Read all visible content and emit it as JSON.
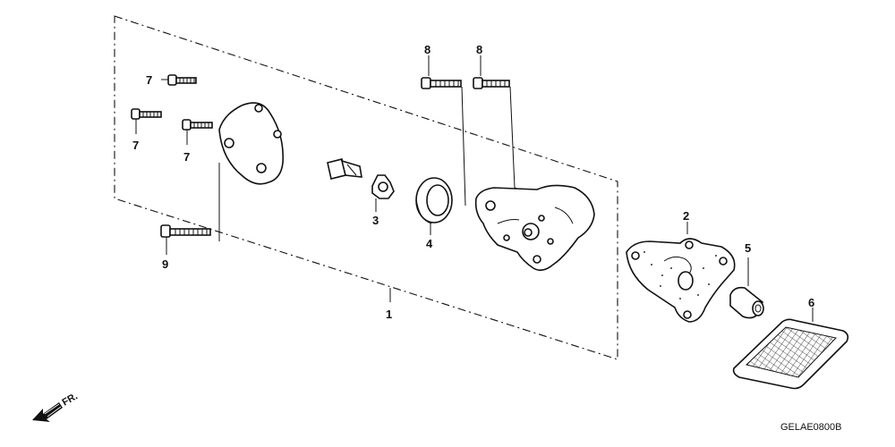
{
  "diagram": {
    "part_code": "GELAE0800B",
    "direction_label": "FR.",
    "callouts": {
      "c1": "1",
      "c2": "2",
      "c3": "3",
      "c4": "4",
      "c5": "5",
      "c6": "6",
      "c7a": "7",
      "c7b": "7",
      "c7c": "7",
      "c8a": "8",
      "c8b": "8",
      "c9": "9"
    }
  },
  "colors": {
    "line": "#111111",
    "background": "#ffffff"
  },
  "icons": {
    "direction": "front-arrow-icon"
  }
}
